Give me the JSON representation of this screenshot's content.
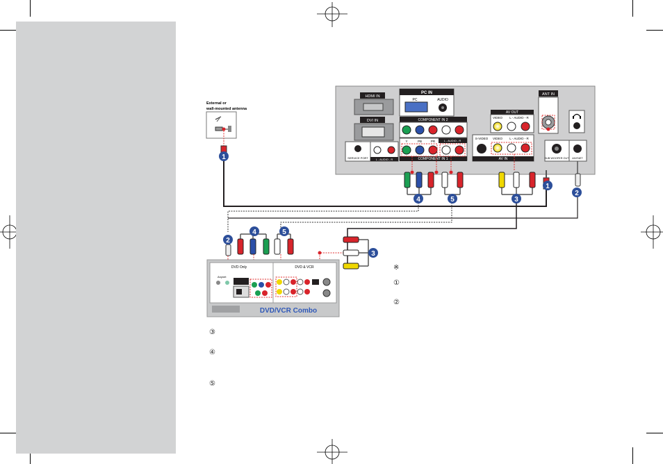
{
  "tv_panel": {
    "hdmi_in": "HDMI IN",
    "dvi_in": "DVI IN",
    "pc_in": "PC IN",
    "pc": "PC",
    "audio": "AUDIO",
    "component_in_2": "COMPONENT IN 2",
    "component_in_1": "COMPONENT IN 1",
    "lr_audio": "L - AUDIO - R",
    "comp_y": "Y",
    "comp_pb": "PB",
    "comp_pr": "PR",
    "service_port": "SERVICE PORT",
    "av_out": "AV OUT",
    "av_in": "AV IN",
    "video": "VIDEO",
    "s_video": "S-VIDEO",
    "ant_in": "ANT IN",
    "sub_woofer_out": "SUB WOOFER OUT",
    "anynet": "ANYNET",
    "headphone_icon": "headphone-icon"
  },
  "antenna": {
    "label_line1": "External or",
    "label_line2": "wall-mounted antenna"
  },
  "dvd_vcr": {
    "dvd_only": "DVD Only",
    "dvd_vcr": "DVD & VCR",
    "anynet": "Anynet",
    "title": "DVD/VCR Combo"
  },
  "callouts": [
    "1",
    "2",
    "3",
    "4",
    "5"
  ],
  "notes": {
    "note_mark": "※",
    "n1": "①",
    "n2": "②",
    "n3": "③",
    "n4": "④",
    "n5": "⑤"
  },
  "colors": {
    "sidebar": "#d2d3d4",
    "callout": "#2d4f9a",
    "panel": "#cfcfd0",
    "red": "#d8242b",
    "dash": "#e03030",
    "blue_title": "#2f58b8"
  }
}
